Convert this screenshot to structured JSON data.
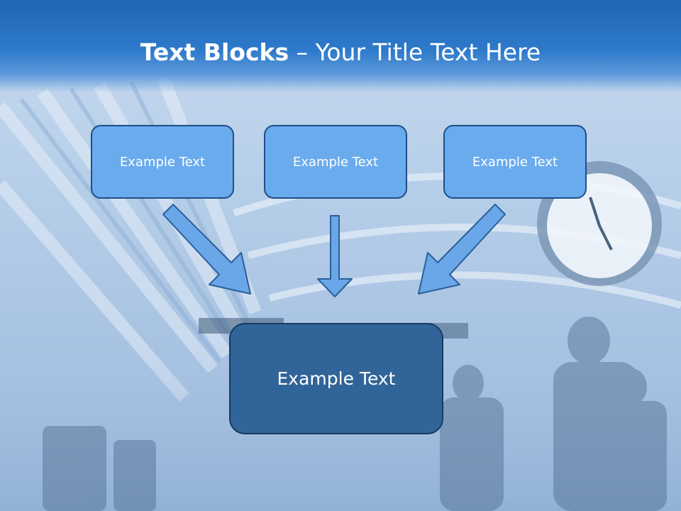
{
  "title": {
    "bold": "Text Blocks",
    "dash": " – ",
    "rest": "Your Title Text Here"
  },
  "blocks": [
    {
      "label": "Example Text"
    },
    {
      "label": "Example Text"
    },
    {
      "label": "Example Text"
    }
  ],
  "result": {
    "label": "Example Text"
  },
  "colors": {
    "title_band": "#1f66b3",
    "small_box_fill": "#6aabee",
    "small_box_border": "#1f4e85",
    "big_box_fill": "#316498",
    "arrow_fill": "#6aa7e8",
    "arrow_stroke": "#2b5f9a"
  }
}
